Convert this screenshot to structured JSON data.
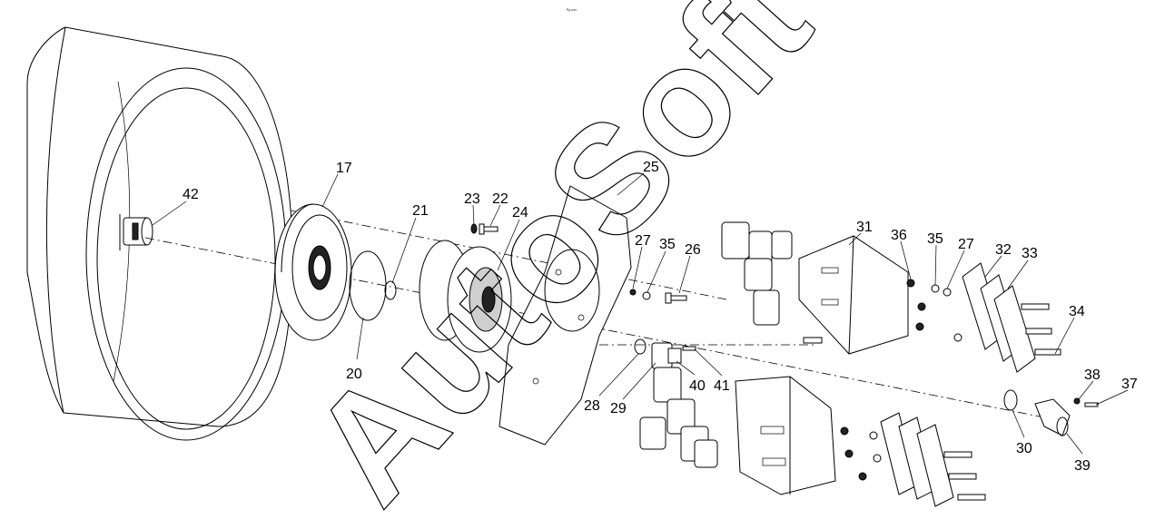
{
  "header": {
    "marker": "ᴾᵍ ᵖᵒᵒ"
  },
  "watermark": {
    "text": "AutoSoft"
  },
  "callouts": {
    "n17": "17",
    "n42": "42",
    "n21": "21",
    "n20": "20",
    "n23": "23",
    "n22": "22",
    "n24": "24",
    "n25": "25",
    "n27a": "27",
    "n35a": "35",
    "n26": "26",
    "n31": "31",
    "n36": "36",
    "n35b": "35",
    "n27b": "27",
    "n32": "32",
    "n33": "33",
    "n34": "34",
    "n28": "28",
    "n29": "29",
    "n40": "40",
    "n41": "41",
    "n38": "38",
    "n37": "37",
    "n30": "30",
    "n39": "39"
  }
}
